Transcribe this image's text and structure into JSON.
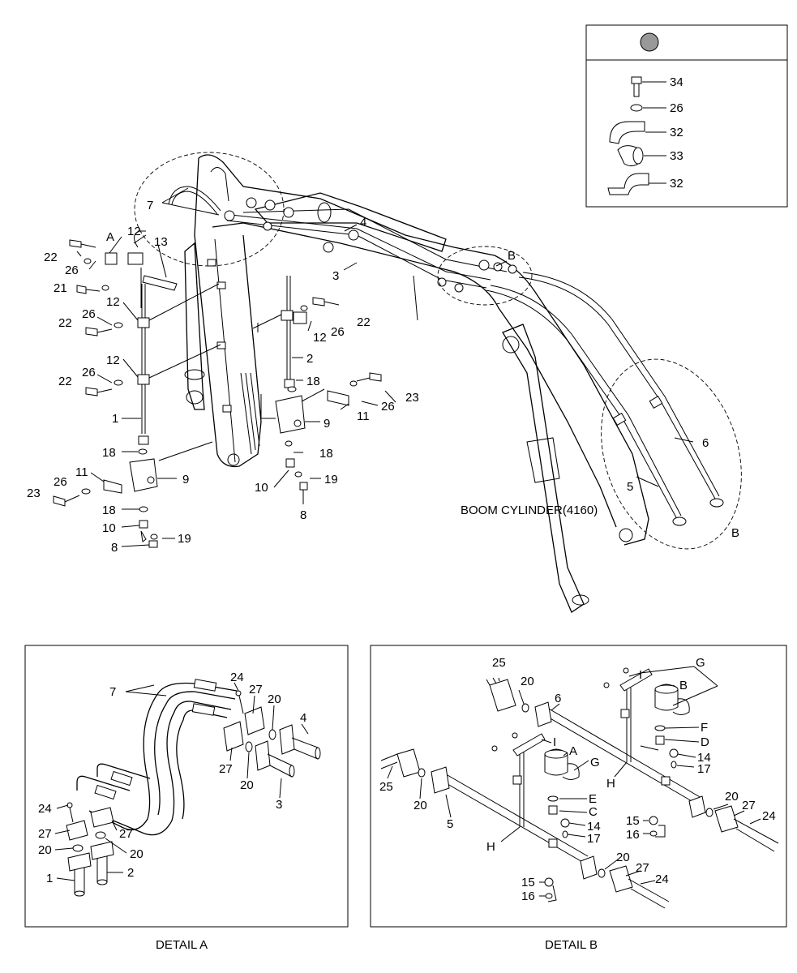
{
  "captions": {
    "detail_a": "DETAIL A",
    "detail_b": "DETAIL B",
    "boom_cylinder": "BOOM CYLINDER(4160)"
  },
  "main_labels": {
    "l7": "7",
    "l4": "4",
    "l3": "3",
    "lA": "A",
    "lB_top": "B",
    "lB_bottom": "B",
    "l12a": "12",
    "l13": "13",
    "l22a": "22",
    "l26a": "26",
    "l21": "21",
    "l12b": "12",
    "l22b": "22",
    "l26b": "26",
    "l12c": "12",
    "l22c": "22",
    "l26c": "26",
    "l1": "1",
    "l18a": "18",
    "l9a": "9",
    "l11a": "11",
    "l26d": "26",
    "l23a": "23",
    "l18b": "18",
    "l10a": "10",
    "l8a": "8",
    "l19a": "19",
    "l12d": "12",
    "l26e": "26",
    "l22d": "22",
    "l2": "2",
    "l18c": "18",
    "l26f": "26",
    "l23b": "23",
    "l11b": "11",
    "l9b": "9",
    "l18d": "18",
    "l10b": "10",
    "l19b": "19",
    "l8b": "8",
    "l5": "5",
    "l6": "6"
  },
  "inset_labels": {
    "l34": "34",
    "l26": "26",
    "l32a": "32",
    "l33": "33",
    "l32b": "32"
  },
  "detail_a_labels": {
    "l7": "7",
    "l24a": "24",
    "l27a": "27",
    "l20a": "20",
    "l4": "4",
    "l27b": "27",
    "l20b": "20",
    "l3": "3",
    "l24b": "24",
    "l27c": "27",
    "l27d": "27",
    "l20c": "20",
    "l20d": "20",
    "l1": "1",
    "l2": "2"
  },
  "detail_b_labels": {
    "l25a": "25",
    "l20a": "20",
    "l6": "6",
    "lG1": "G",
    "lI1": "I",
    "lB": "B",
    "lF": "F",
    "lD": "D",
    "l14a": "14",
    "l17a": "17",
    "lH1": "H",
    "lI2": "I",
    "lA": "A",
    "lG2": "G",
    "l25b": "25",
    "l20b": "20",
    "l5": "5",
    "lE": "E",
    "lC": "C",
    "l14b": "14",
    "l17b": "17",
    "l15a": "15",
    "l16a": "16",
    "l20c": "20",
    "l27a": "27",
    "l24a": "24",
    "lH2": "H",
    "l20d": "20",
    "l27b": "27",
    "l24b": "24",
    "l15b": "15",
    "l16b": "16"
  }
}
